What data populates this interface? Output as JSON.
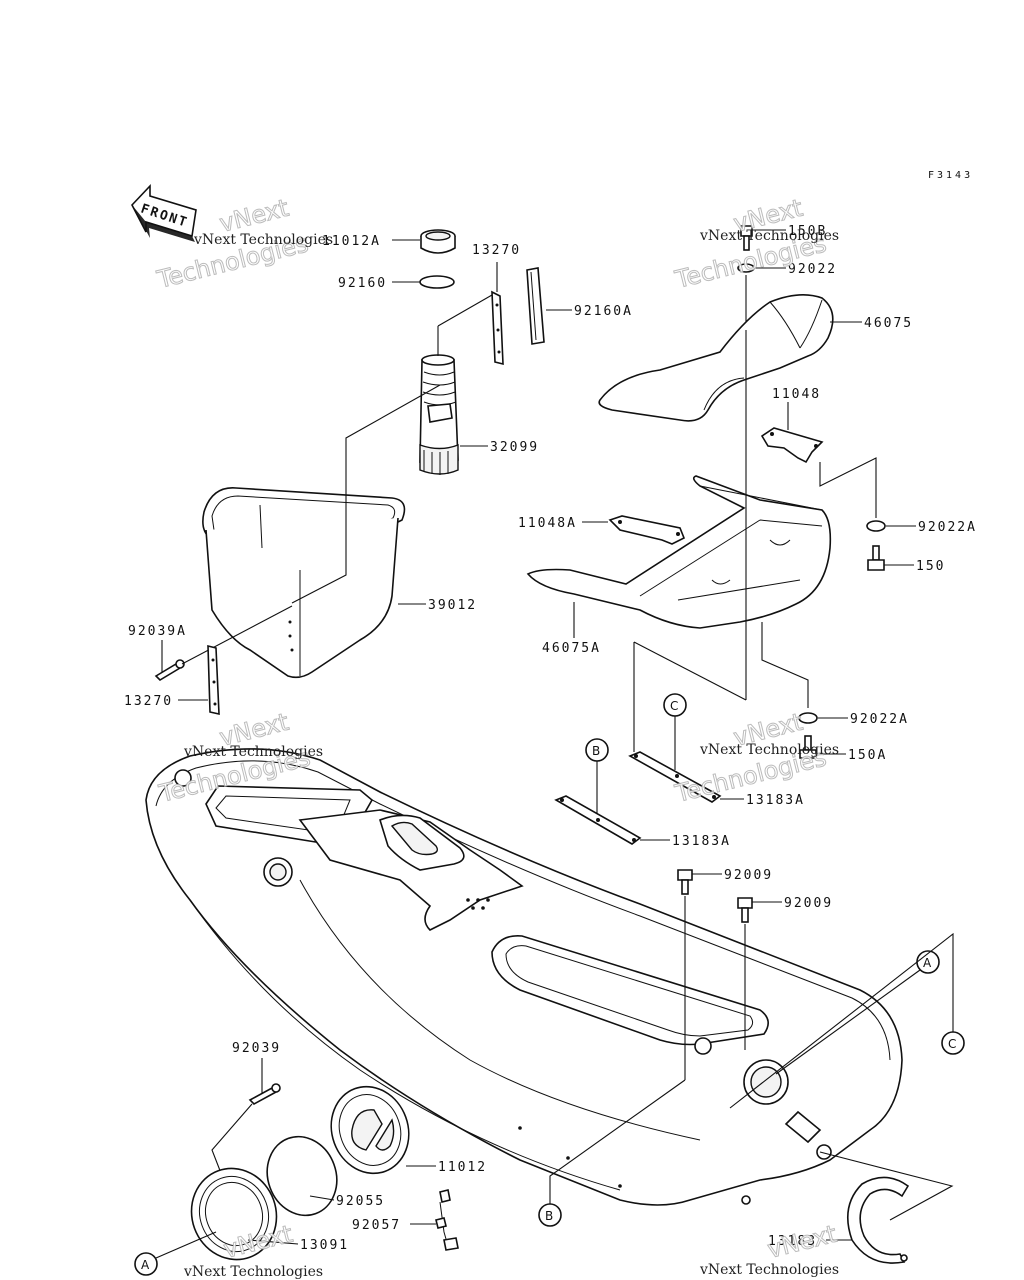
{
  "figure_code": "F3143",
  "front_arrow": {
    "label": "FRONT"
  },
  "watermarks": {
    "line1": "vNext",
    "line2": "Technologies",
    "small": "vNext Technologies"
  },
  "parts": {
    "p_11012A": "11012A",
    "p_92160": "92160",
    "p_13270_top": "13270",
    "p_92160A": "92160A",
    "p_32099": "32099",
    "p_39012": "39012",
    "p_92039A": "92039A",
    "p_13270_bot": "13270",
    "p_150B": "150B",
    "p_92022": "92022",
    "p_46075": "46075",
    "p_11048": "11048",
    "p_11048A": "11048A",
    "p_92022A_1": "92022A",
    "p_150": "150",
    "p_46075A": "46075A",
    "p_92022A_2": "92022A",
    "p_150A": "150A",
    "p_13183A_1": "13183A",
    "p_13183A_2": "13183A",
    "p_92009_1": "92009",
    "p_92009_2": "92009",
    "p_92039": "92039",
    "p_11012": "11012",
    "p_92055": "92055",
    "p_92057": "92057",
    "p_13091": "13091",
    "p_13183": "13183"
  },
  "callouts": {
    "a": "A",
    "b": "B",
    "c": "C"
  }
}
